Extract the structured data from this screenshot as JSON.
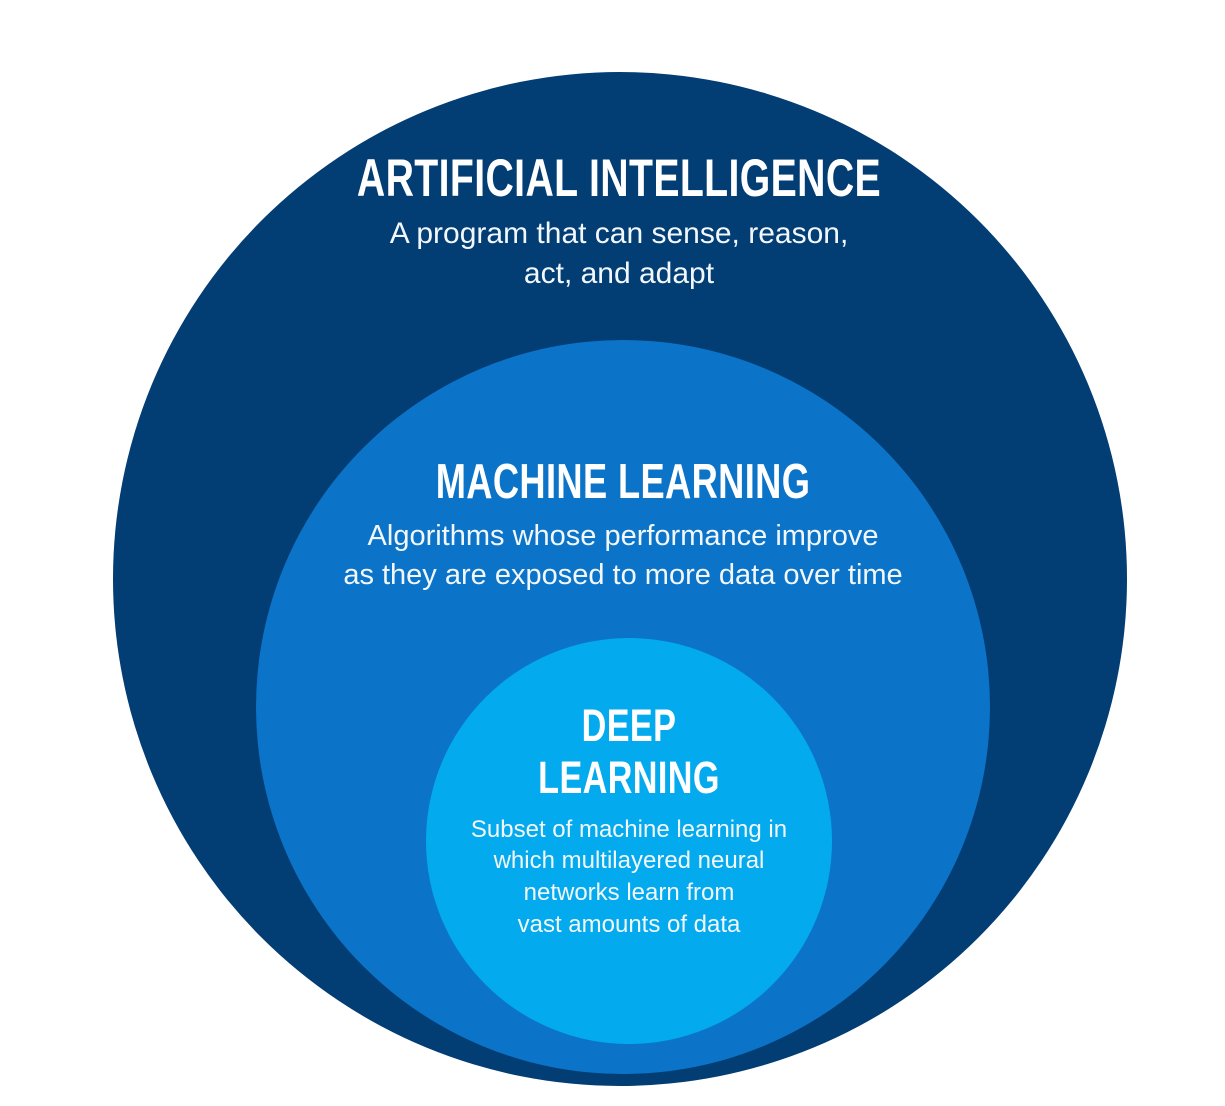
{
  "diagram": {
    "type": "nested-circles",
    "title": "Artificial Intelligence, Machine Learning and Deep Learning relationship",
    "background_color": "#ffffff",
    "layers": [
      {
        "id": "artificial-intelligence",
        "heading": "ARTIFICIAL INTELLIGENCE",
        "description_lines": [
          "A program that can sense, reason,",
          "act, and adapt"
        ],
        "color": "#023d74",
        "level": 1
      },
      {
        "id": "machine-learning",
        "heading": "MACHINE LEARNING",
        "description_lines": [
          "Algorithms whose performance improve",
          "as they are exposed to more data over time"
        ],
        "color": "#0b73c8",
        "level": 2
      },
      {
        "id": "deep-learning",
        "heading_lines": [
          "DEEP",
          "LEARNING"
        ],
        "heading": "DEEP LEARNING",
        "description_lines": [
          "Subset of machine learning in",
          "which multilayered neural",
          "networks learn from",
          "vast amounts of data"
        ],
        "color": "#04aaee",
        "level": 3
      }
    ],
    "text_color": "#ffffff"
  }
}
